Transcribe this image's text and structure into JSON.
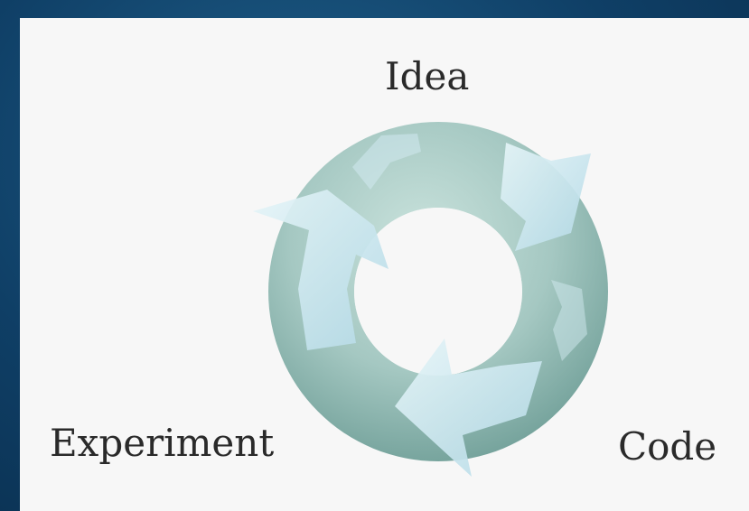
{
  "diagram": {
    "nodes": [
      {
        "id": "idea",
        "label": "Idea"
      },
      {
        "id": "code",
        "label": "Code"
      },
      {
        "id": "experiment",
        "label": "Experiment"
      }
    ],
    "cycle": [
      "idea",
      "code",
      "experiment",
      "idea"
    ],
    "colors": {
      "background": "#0f3f66",
      "slide": "#f7f7f7",
      "ring": "#9ec3bd",
      "arrow": "#c7e6ef",
      "text": "#2a2a2a"
    }
  }
}
